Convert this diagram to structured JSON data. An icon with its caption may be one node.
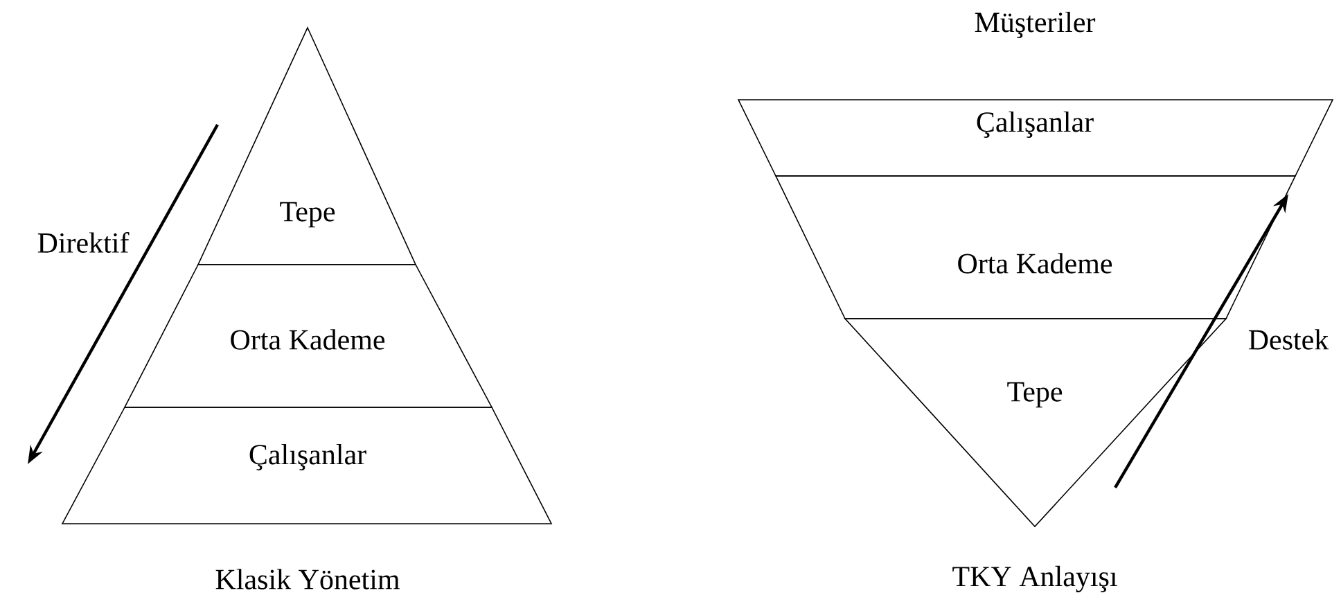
{
  "diagram": {
    "nodes": [
      {
        "text": [
          "Tepe"
        ]
      },
      {
        "text": [
          "Orta Kademe"
        ]
      },
      {
        "text": [
          "Çalışanlar"
        ]
      },
      {
        "text": [
          "Çalışanlar"
        ]
      },
      {
        "text": [
          "Orta Kademe"
        ]
      },
      {
        "text": [
          "Tepe"
        ]
      }
    ],
    "labels": [
      "Müşteriler",
      "Direktif",
      "Destek",
      "Klasik Yönetim",
      "TKY Anlayışı"
    ]
  }
}
